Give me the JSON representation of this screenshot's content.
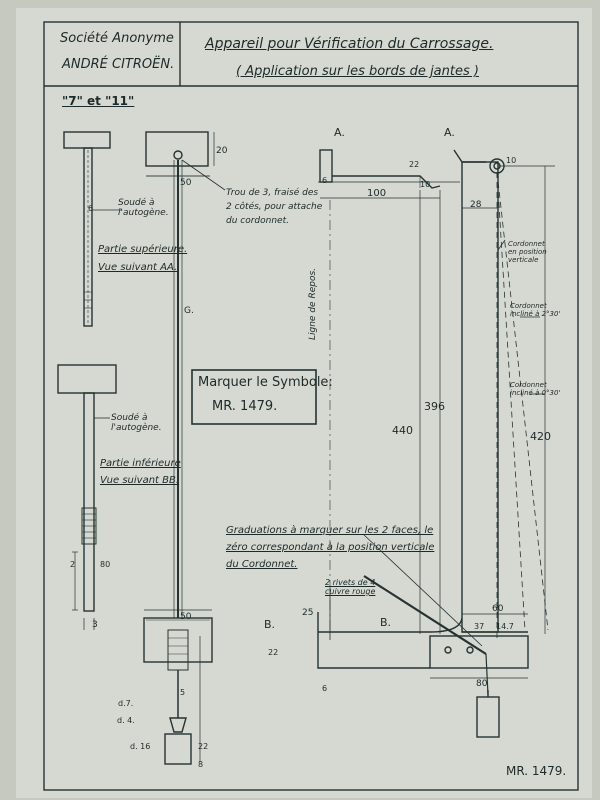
{
  "header": {
    "company_line1": "Société Anonyme",
    "company_line2": "ANDRÉ CITROËN.",
    "title": "Appareil pour Vérification du Carrossage.",
    "subtitle": "( Application sur les bords de jantes )",
    "models": "\"7\" et \"11\""
  },
  "labels": {
    "soude_top": "Soudé à l'autogène.",
    "partie_sup": "Partie supérieure.",
    "vue_aa": "Vue suivant AA.",
    "soude_bottom": "Soudé à l'autogène.",
    "partie_inf": "Partie inférieure",
    "vue_bb": "Vue suivant BB.",
    "trou": "Trou de 3, fraisé des 2 côtés, pour attache du cordonnet.",
    "marquer_1": "Marquer le Symbole:",
    "marquer_2": "MR. 1479.",
    "ligne_repos": "Ligne de Repos.",
    "cordonnet_vertical": "Cordonnet en position verticale",
    "cordonnet_2": "Cordonnet incliné à 2°30'",
    "cordonnet_0": "Cordonnet incliné à 0°30'",
    "graduations": "Graduations à marquer sur les 2 faces, le zéro correspondant à la position verticale du Cordonnet.",
    "rivets": "2 rivets de 4 cuivre rouge",
    "section_a": "A.",
    "section_b": "B.",
    "footer_ref": "MR. 1479."
  },
  "dimensions": {
    "d20": "20",
    "d50_top": "50",
    "d6": "6",
    "dG": "G.",
    "d50_bottom": "50",
    "d5": "5",
    "d7": "d.7.",
    "d4": "d. 4.",
    "d16": "d. 16",
    "d22": "22",
    "d8": "8",
    "d80_left": "80",
    "d3": "3",
    "d2": "2",
    "d100": "100",
    "d22b": "22",
    "d10": "10",
    "d28": "28",
    "d10b": "10",
    "d440": "440",
    "d396": "396",
    "d420": "420",
    "d25": "25",
    "d22c": "22",
    "d60": "60",
    "d37": "37",
    "d147": "14.7",
    "d80_right": "80",
    "d6b": "6",
    "d6c": "6"
  }
}
